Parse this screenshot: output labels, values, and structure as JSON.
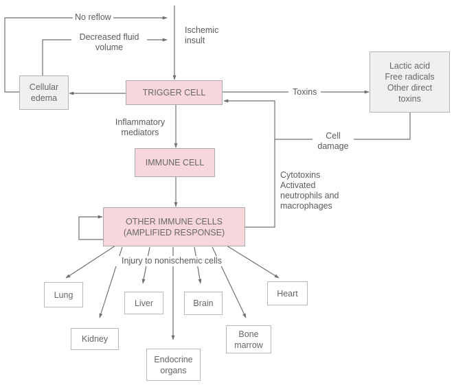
{
  "labels": {
    "no_reflow": "No reflow",
    "decreased_fluid": "Decreased fluid\nvolume",
    "ischemic_insult": "Ischemic\ninsult",
    "toxins": "Toxins",
    "cell_damage": "Cell\ndamage",
    "inflammatory_mediators": "Inflammatory\nmediators",
    "cytotoxins": "Cytotoxins\nActivated\nneutrophils and\nmacrophages",
    "injury": "Injury to nonischemic cells"
  },
  "boxes": {
    "trigger_cell": "TRIGGER CELL",
    "immune_cell": "IMMUNE CELL",
    "other_immune": "OTHER IMMUNE CELLS\n(AMPLIFIED RESPONSE)",
    "cellular_edema": "Cellular\nedema",
    "toxin_list": "Lactic acid\nFree radicals\nOther direct\ntoxins"
  },
  "organs": {
    "lung": "Lung",
    "kidney": "Kidney",
    "liver": "Liver",
    "endocrine": "Endocrine\norgans",
    "brain": "Brain",
    "bone_marrow": "Bone\nmarrow",
    "heart": "Heart"
  },
  "colors": {
    "cell_fill": "#f8d7dc",
    "grey_fill": "#f0f0f0",
    "line": "#6f6f6f"
  }
}
